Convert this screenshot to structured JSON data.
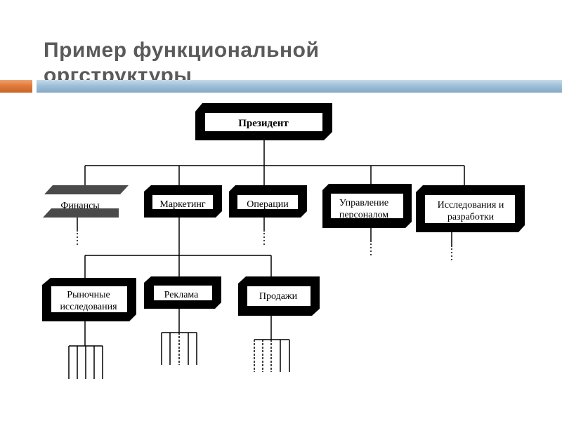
{
  "slide": {
    "title_line1": "Пример функциональной",
    "title_line2": "оргструктуры"
  },
  "colors": {
    "title": "#5a5a5a",
    "accent_orange": "#e07b39",
    "accent_blue": "#9fbfd8",
    "box_frame": "#000000",
    "finance_band": "#4a4a4a"
  },
  "org_chart": {
    "president": "Президент",
    "departments": [
      {
        "id": "finance",
        "label": "Финансы"
      },
      {
        "id": "marketing",
        "label": "Маркетинг"
      },
      {
        "id": "operations",
        "label": "Операции"
      },
      {
        "id": "hr",
        "label_line1": "Управление",
        "label_line2": "персоналом"
      },
      {
        "id": "rnd",
        "label_line1": "Исследования и",
        "label_line2": "разработки"
      }
    ],
    "marketing_units": [
      {
        "id": "market-research",
        "label_line1": "Рыночные",
        "label_line2": "исследования"
      },
      {
        "id": "advertising",
        "label": "Реклама"
      },
      {
        "id": "sales",
        "label": "Продажи"
      }
    ]
  }
}
